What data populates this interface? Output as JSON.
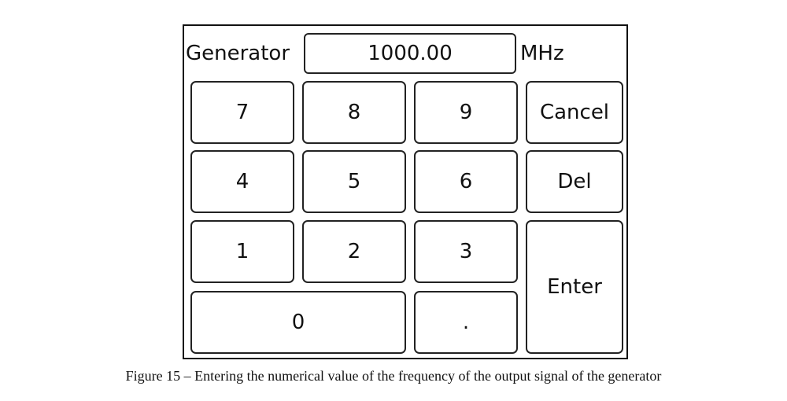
{
  "header": {
    "label": "Generator",
    "value": "1000.00",
    "unit": "MHz"
  },
  "keypad": {
    "key_7": "7",
    "key_8": "8",
    "key_9": "9",
    "key_4": "4",
    "key_5": "5",
    "key_6": "6",
    "key_1": "1",
    "key_2": "2",
    "key_3": "3",
    "key_0": "0",
    "key_dot": ".",
    "cancel": "Cancel",
    "del": "Del",
    "enter": "Enter"
  },
  "caption": "Figure 15 – Entering the numerical value of the frequency of the output signal of the generator"
}
